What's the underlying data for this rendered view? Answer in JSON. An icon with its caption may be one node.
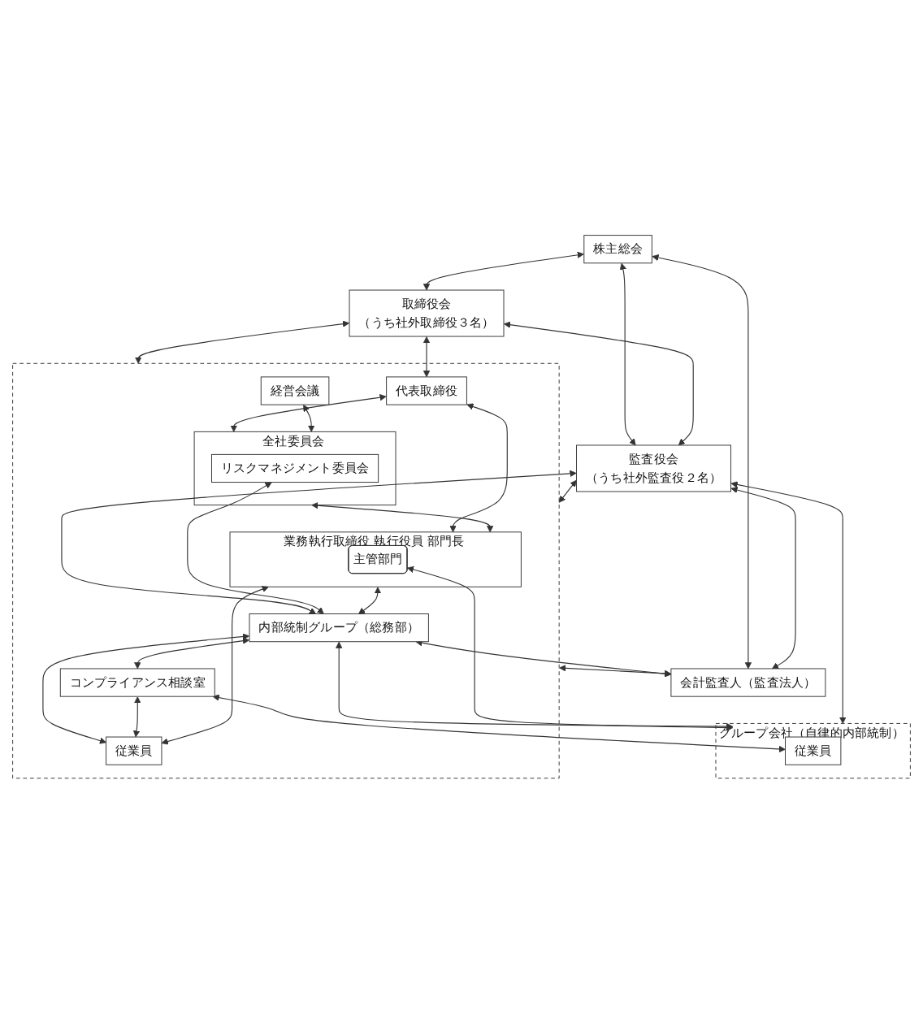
{
  "diagram": {
    "nodes": [
      {
        "text": [
          "株主総会"
        ]
      },
      {
        "text": [
          "取締役会",
          "（うち社外取締役３名）"
        ]
      },
      {
        "text": [
          "監査役会",
          "（うち社外監査役２名）"
        ]
      },
      {
        "text": [
          "会計監査人（監査法人）"
        ]
      },
      {
        "text": [],
        "shape": "box"
      },
      {
        "text": [
          "経営会議"
        ],
        "in": 4
      },
      {
        "text": [
          "代表取締役"
        ],
        "in": 4
      },
      {
        "text": [
          "全社委員会"
        ],
        "in": 4
      },
      {
        "text": [
          "リスクマネジメント委員会"
        ],
        "in": 7
      },
      {
        "text": [
          "業務執行取締役",
          "執行役員",
          "部門長"
        ],
        "in": 4
      },
      {
        "text": [
          "主管部門"
        ],
        "in": 9
      },
      {
        "text": [
          "内部統制グループ（総務部）"
        ],
        "in": 4
      },
      {
        "text": [
          "コンプライアンス相談室"
        ],
        "in": 4
      },
      {
        "text": [
          "従業員"
        ],
        "in": 4
      },
      {
        "text": [
          "グループ会社（自律的内部統制）"
        ]
      },
      {
        "text": [
          "従業員"
        ],
        "in": 14
      }
    ],
    "edges": [
      {
        "from": 0,
        "to": 1,
        "arrow": "both"
      },
      {
        "from": 0,
        "to": 2,
        "arrow": "both"
      },
      {
        "from": 0,
        "to": 3,
        "arrow": "both"
      },
      {
        "from": 1,
        "to": 2,
        "arrow": "both"
      },
      {
        "from": 2,
        "to": 3,
        "arrow": "both"
      },
      {
        "from": 1,
        "to": 4,
        "arrow": "both"
      },
      {
        "from": 1,
        "to": 6,
        "arrow": "both"
      },
      {
        "from": 2,
        "to": 4,
        "arrow": "both"
      },
      {
        "from": 2,
        "to": 11,
        "arrow": "both"
      },
      {
        "from": 2,
        "to": 14,
        "arrow": "both"
      },
      {
        "from": 4,
        "to": 3,
        "arrow": "both"
      },
      {
        "from": 6,
        "to": 9,
        "arrow": "both"
      },
      {
        "from": 6,
        "to": 7,
        "arrow": "both"
      },
      {
        "from": 5,
        "to": 7,
        "arrow": "both"
      },
      {
        "from": 8,
        "to": 11,
        "arrow": "both"
      },
      {
        "from": 7,
        "to": 9,
        "arrow": "both"
      },
      {
        "from": 9,
        "to": 11,
        "arrow": "both"
      },
      {
        "from": 11,
        "to": 3,
        "arrow": "both"
      },
      {
        "from": 11,
        "to": 14,
        "arrow": "both"
      },
      {
        "from": 11,
        "to": 13,
        "arrow": "both"
      },
      {
        "from": 11,
        "to": 12,
        "arrow": "both"
      },
      {
        "from": 9,
        "to": 13,
        "arrow": "both"
      },
      {
        "from": 12,
        "to": 13,
        "arrow": "both"
      },
      {
        "from": 10,
        "to": 14,
        "arrow": "both"
      },
      {
        "from": 12,
        "to": 15,
        "arrow": "both"
      }
    ]
  }
}
